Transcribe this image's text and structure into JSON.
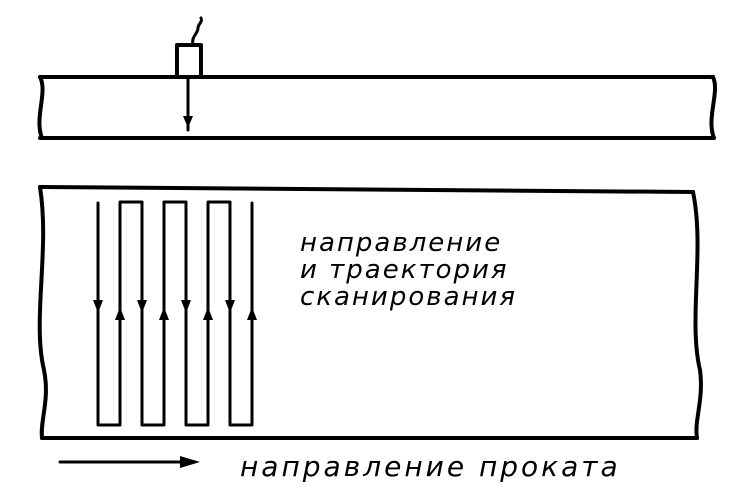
{
  "scan_label": {
    "line1": "направление",
    "line2": "и траектория",
    "line3": "сканирования"
  },
  "rolling_label": "направление проката",
  "ink_color": "#000000",
  "background_color": "#ffffff",
  "icons": [
    "probe-icon",
    "arrow-right-icon"
  ]
}
